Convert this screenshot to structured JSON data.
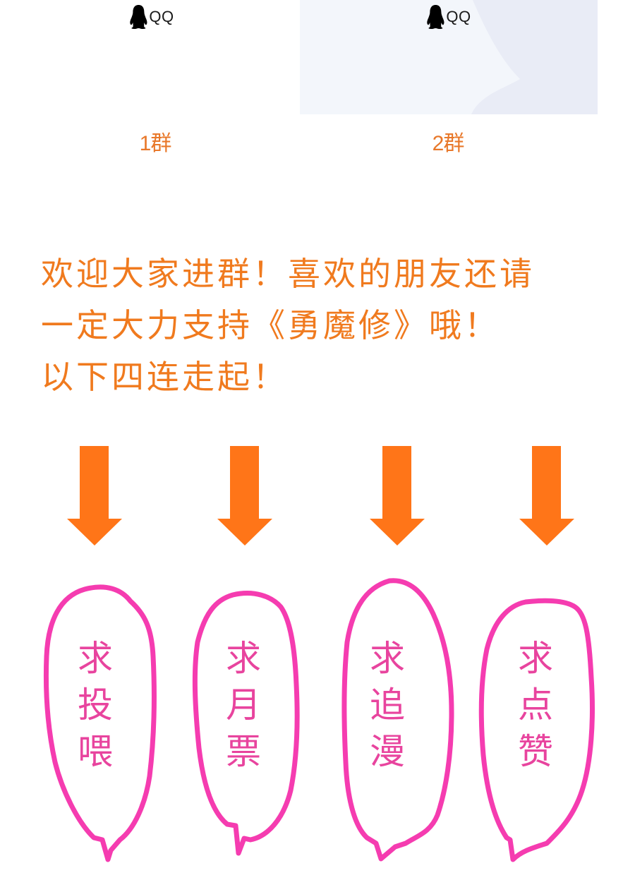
{
  "qq_groups": [
    {
      "brand": "QQ",
      "icon": "penguin-icon",
      "label": "1群"
    },
    {
      "brand": "QQ",
      "icon": "penguin-icon",
      "label": "2群"
    }
  ],
  "welcome_message": {
    "lines": [
      "欢迎大家进群！喜欢的朋友还请",
      "一定大力支持《勇魔修》哦！",
      "以下四连走起！"
    ],
    "color": "#f07a1e"
  },
  "arrows": {
    "count": 4,
    "icon": "arrow-down-icon",
    "color": "#ff7518"
  },
  "requests": [
    {
      "chars": [
        "求",
        "投",
        "喂"
      ],
      "text": "求投喂"
    },
    {
      "chars": [
        "求",
        "月",
        "票"
      ],
      "text": "求月票"
    },
    {
      "chars": [
        "求",
        "追",
        "漫"
      ],
      "text": "求追漫"
    },
    {
      "chars": [
        "求",
        "点",
        "赞"
      ],
      "text": "求点赞"
    }
  ],
  "colors": {
    "bubble_outline": "#f53cb0",
    "bubble_text": "#e8449e",
    "group_label": "#e8782a",
    "panel2_light": "#f3f6fb",
    "panel2_dark": "#e9ecf6"
  }
}
